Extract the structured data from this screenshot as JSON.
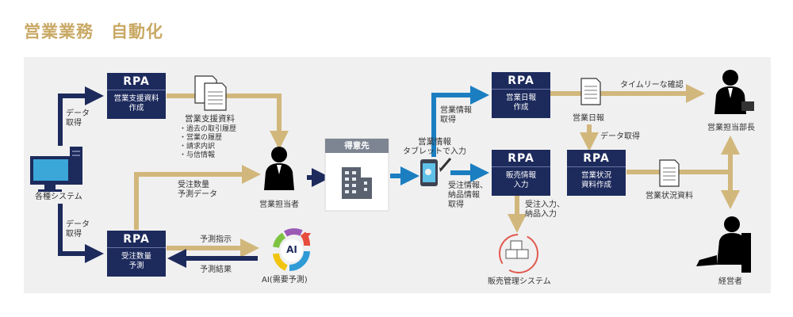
{
  "title": "営業業務　自動化",
  "rpa_label": "RPA",
  "nodes": {
    "systems": "各種システム",
    "rpa_support": {
      "line1": "営業支援資料",
      "line2": "作成"
    },
    "rpa_order": {
      "line1": "受注数量",
      "line2": "予測"
    },
    "rpa_daily": {
      "line1": "営業日報",
      "line2": "作成"
    },
    "rpa_sales": {
      "line1": "販売情報",
      "line2": "入力"
    },
    "rpa_status": {
      "line1": "営業状況",
      "line2": "資料作成"
    },
    "support_docs": {
      "title": "営業支援資料",
      "items": [
        "・過去の取引履歴",
        "・営業の履歴",
        "・請求内訳",
        "・与信情報"
      ]
    },
    "sales_rep": "営業担当者",
    "client": "得意先",
    "ai": "AI(需要予測)",
    "ai_badge": "AI",
    "sales_info": {
      "line1": "営業情報",
      "line2": "タブレットで入力"
    },
    "daily_report": "営業日報",
    "status_doc": "営業状況資料",
    "manager": "営業担当部長",
    "executive": "経営者",
    "sales_system": "販売管理システム"
  },
  "edges": {
    "data_get_top": {
      "line1": "データ",
      "line2": "取得"
    },
    "data_get_bottom": {
      "line1": "データ",
      "line2": "取得"
    },
    "forecast_data": {
      "line1": "受注数量",
      "line2": "予測データ"
    },
    "forecast_instruction": "予測指示",
    "forecast_result": "予測結果",
    "sales_info_get": {
      "line1": "営業情報",
      "line2": "取得"
    },
    "order_sales_info": {
      "line1": "受注情報、",
      "line2": "納品情報",
      "line3": "取得"
    },
    "timely_check": "タイムリーな確認",
    "data_get_right": "データ取得",
    "order_input": {
      "line1": "受注入力、",
      "line2": "納品入力"
    }
  },
  "colors": {
    "navy": "#1d2a5c",
    "gold": "#d2b77c",
    "blue": "#1b7ec1",
    "title": "#c8a864"
  }
}
